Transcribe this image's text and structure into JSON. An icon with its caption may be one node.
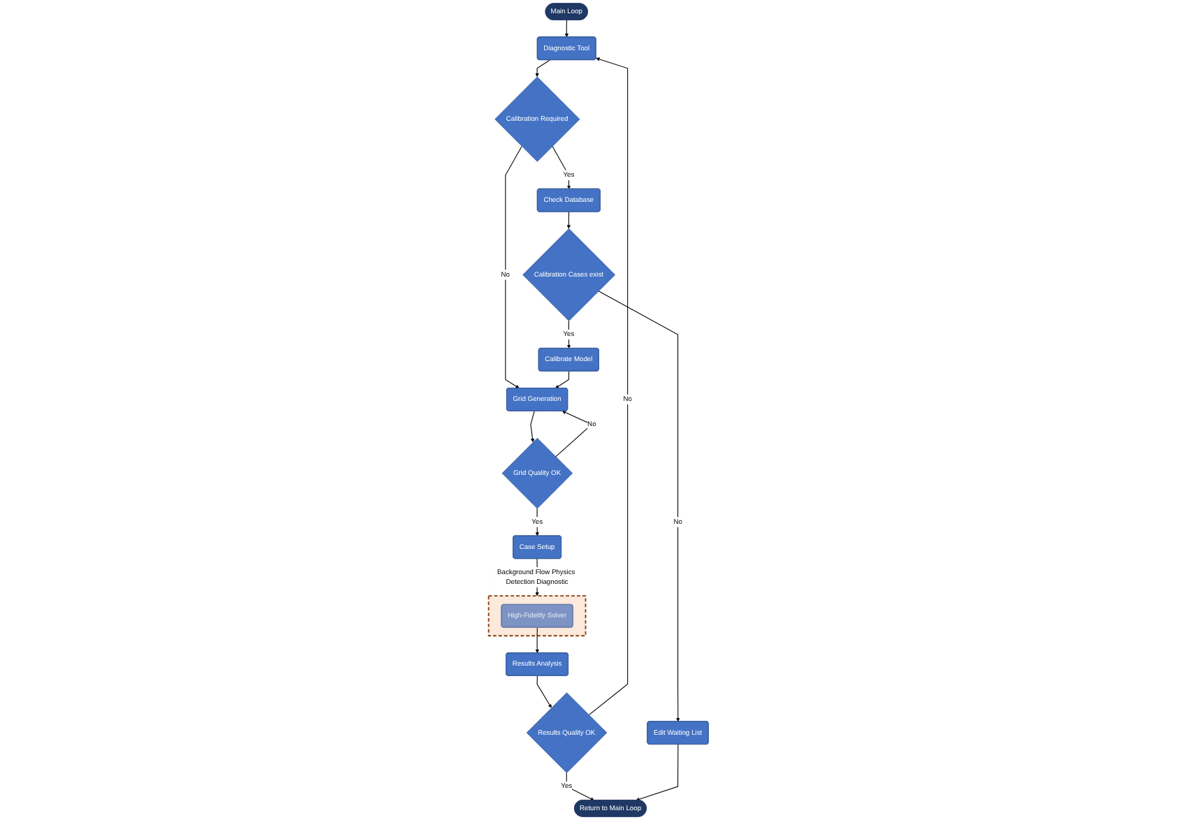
{
  "diagram": {
    "nodes": [
      {
        "text": [
          "Main Loop"
        ]
      },
      {
        "text": [
          "Diagnostic Tool"
        ]
      },
      {
        "text": [
          "Calibration Required"
        ]
      },
      {
        "text": [
          "Check Database"
        ]
      },
      {
        "text": [
          "Grid Generation"
        ]
      },
      {
        "text": [
          "Calibrate Model"
        ]
      },
      {
        "text": [
          "Calibration Cases exist"
        ]
      },
      {
        "text": [
          "Grid Quality OK"
        ]
      },
      {
        "text": [
          "Case Setup"
        ]
      },
      {
        "text": [],
        "shape": "box"
      },
      {
        "text": [
          "High-Fidelity Solver"
        ],
        "in": 9
      },
      {
        "text": [
          "Edit Waiting List"
        ]
      },
      {
        "text": [
          "Results Analysis"
        ]
      },
      {
        "text": [
          "Results Quality OK"
        ]
      },
      {
        "text": [
          "Return to Main Loop"
        ]
      }
    ],
    "edges": [
      {
        "from": 0,
        "to": 1,
        "arrow": "to"
      },
      {
        "from": 1,
        "to": 2,
        "arrow": "to"
      },
      {
        "from": 2,
        "to": 3,
        "label": "Yes",
        "arrow": "to"
      },
      {
        "from": 2,
        "to": 4,
        "label": "No",
        "arrow": "to"
      },
      {
        "from": 3,
        "to": 6,
        "arrow": "to"
      },
      {
        "from": 6,
        "to": 5,
        "label": "Yes",
        "arrow": "to"
      },
      {
        "from": 6,
        "to": 11,
        "label": "No",
        "arrow": "to"
      },
      {
        "from": 5,
        "to": 4,
        "arrow": "to"
      },
      {
        "from": 4,
        "to": 7,
        "arrow": "to"
      },
      {
        "from": 7,
        "to": 4,
        "label": "No",
        "arrow": "to"
      },
      {
        "from": 7,
        "to": 8,
        "label": "Yes",
        "arrow": "to"
      },
      {
        "from": 8,
        "to": 9,
        "label": "Background Flow Physics Detection Diagnostic",
        "arrow": "to"
      },
      {
        "from": 10,
        "to": 12,
        "arrow": "to"
      },
      {
        "from": 12,
        "to": 13,
        "arrow": "to"
      },
      {
        "from": 13,
        "to": 14,
        "label": "Yes",
        "arrow": "to"
      },
      {
        "from": 13,
        "to": 1,
        "label": "No",
        "arrow": "to"
      },
      {
        "from": 11,
        "to": 14,
        "arrow": "to"
      }
    ]
  }
}
